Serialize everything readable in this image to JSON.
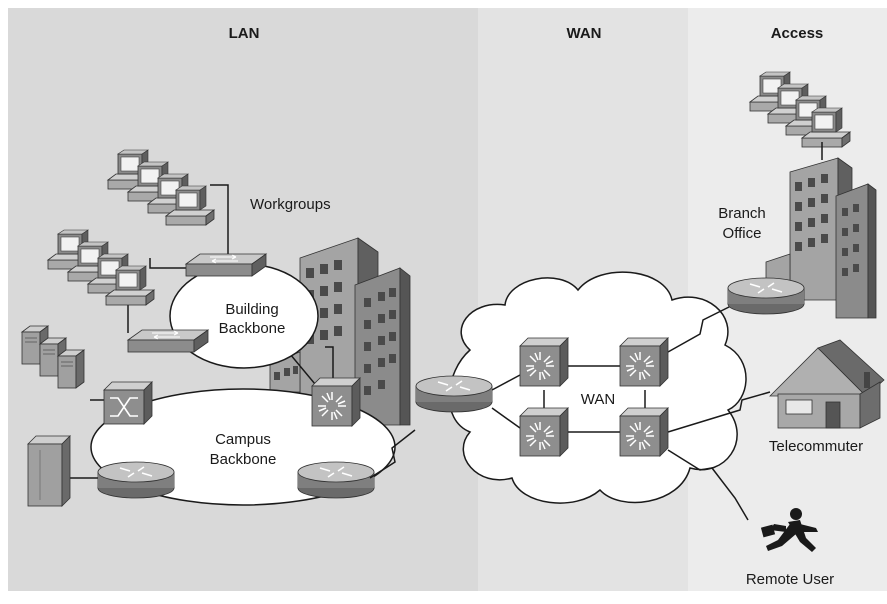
{
  "sections": {
    "lan": "LAN",
    "wan": "WAN",
    "access": "Access"
  },
  "labels": {
    "workgroups": "Workgroups",
    "building_backbone_1": "Building",
    "building_backbone_2": "Backbone",
    "campus_backbone_1": "Campus",
    "campus_backbone_2": "Backbone",
    "wan_cloud": "WAN",
    "branch_office_1": "Branch",
    "branch_office_2": "Office",
    "telecommuter": "Telecommuter",
    "remote_user": "Remote User"
  },
  "icons": {
    "pc": "desktop-computer-icon",
    "workgroup_switch": "workgroup-switch-icon",
    "multilayer_switch": "multilayer-switch-icon",
    "atm_switch": "atm-switch-icon",
    "router": "router-icon",
    "server": "server-icon",
    "building": "office-building-icon",
    "house": "house-icon",
    "runner": "mobile-user-icon"
  },
  "colors": {
    "lan_bg": "#d9d9d9",
    "wan_bg": "#e3e3e3",
    "access_bg": "#ececec",
    "device_dark": "#7a7a7a",
    "device_light": "#b5b5b5"
  }
}
